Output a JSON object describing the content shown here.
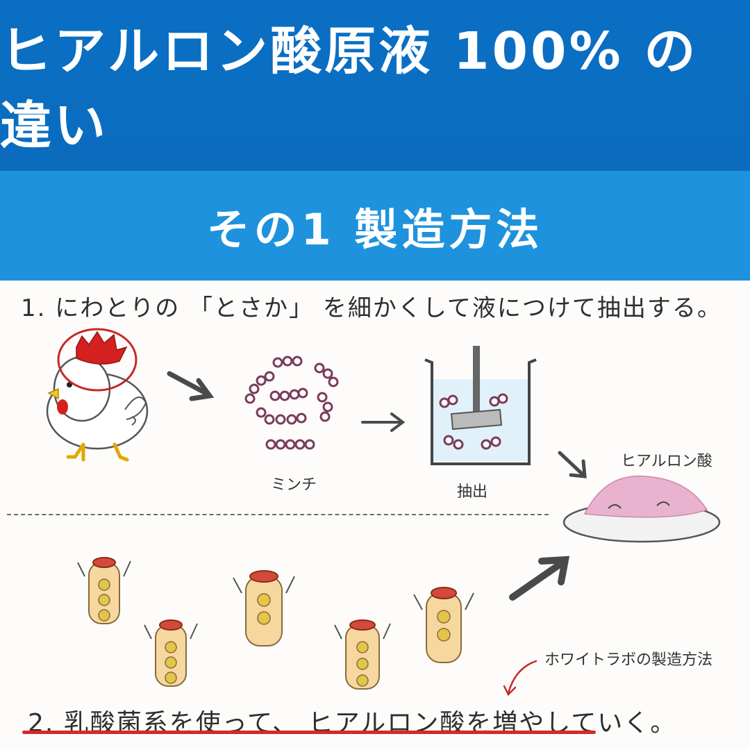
{
  "header": {
    "title": "ヒアルロン酸原液 100% の違い"
  },
  "subheader": {
    "title": "その1  製造方法"
  },
  "step1": {
    "text": "1. にわとりの 「とさか」 を細かくして液につけて抽出する。"
  },
  "captions": {
    "mince": "ミンチ",
    "extract": "抽出",
    "hyaluronic": "ヒアルロン酸",
    "whitelab": "ホワイトラボの製造方法"
  },
  "step2": {
    "text": "2. 乳酸菌系を使って、 ヒアルロン酸を増やしていく。"
  },
  "colors": {
    "header_blue": "#0b6cbe",
    "subheader_blue": "#1e92dc",
    "accent_red": "#d42a2a"
  },
  "icons": [
    "chicken-icon",
    "minced-meat-icon",
    "extraction-beaker-icon",
    "hyaluronic-acid-plate-icon",
    "lactic-bacteria-bottle-icon",
    "arrow-icon"
  ]
}
